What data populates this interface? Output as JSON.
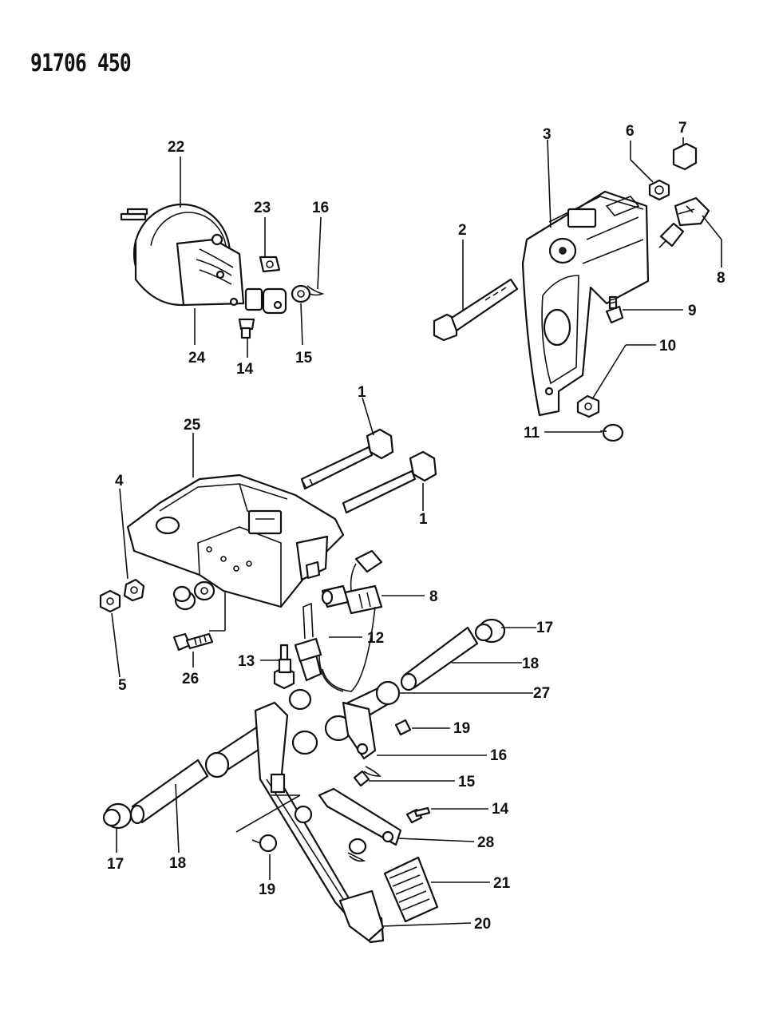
{
  "document": {
    "id": "91706 450"
  },
  "callouts": {
    "n1a": "1",
    "n1b": "1",
    "n2": "2",
    "n3": "3",
    "n4": "4",
    "n5": "5",
    "n6": "6",
    "n7": "7",
    "n8a": "8",
    "n8b": "8",
    "n9": "9",
    "n10": "10",
    "n11": "11",
    "n12": "12",
    "n13": "13",
    "n14a": "14",
    "n14b": "14",
    "n15a": "15",
    "n15b": "15",
    "n16a": "16",
    "n16b": "16",
    "n17a": "17",
    "n17b": "17",
    "n18a": "18",
    "n18b": "18",
    "n19a": "19",
    "n19b": "19",
    "n20": "20",
    "n21": "21",
    "n22": "22",
    "n23": "23",
    "n24": "24",
    "n25": "25",
    "n26": "26",
    "n27": "27",
    "n28": "28"
  }
}
